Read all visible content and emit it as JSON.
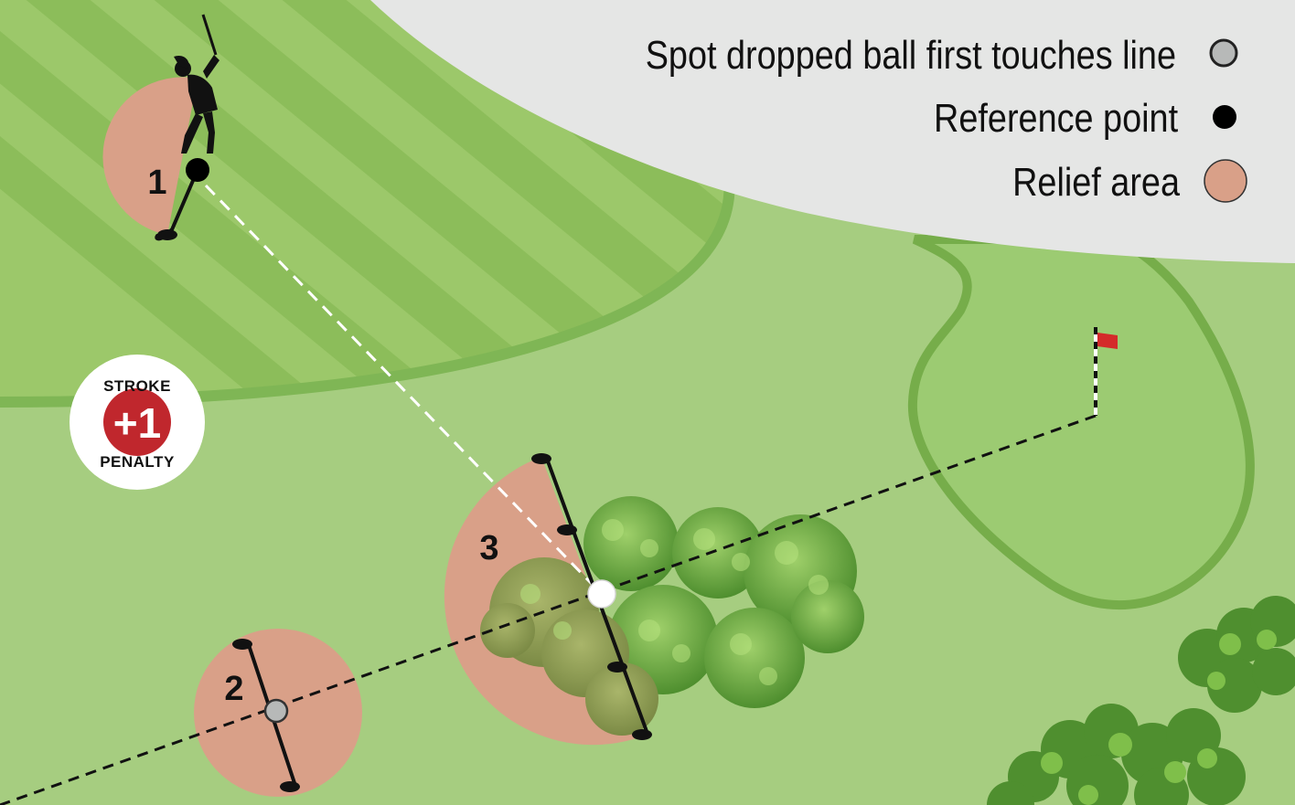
{
  "legend": {
    "dropped_ball_label": "Spot dropped ball first touches line",
    "reference_point_label": "Reference point",
    "relief_area_label": "Relief area"
  },
  "relief_areas": [
    {
      "number": "1"
    },
    {
      "number": "2"
    },
    {
      "number": "3"
    }
  ],
  "penalty_badge": {
    "top_word": "STROKE",
    "value": "+1",
    "bottom_word": "PENALTY"
  },
  "colors": {
    "rough": "#a6cd80",
    "fairway_light": "#9cc86a",
    "fairway_stripe": "#8cbd5a",
    "fairway_edge": "#6fa84a",
    "green": "#9ccb72",
    "out_of_bounds": "#e5e6e5",
    "relief_area": "#d9a088",
    "reference_point": "#000000",
    "drop_spot": "#b7b9b8",
    "flag": "#d42a2a",
    "badge_red": "#c0272d"
  }
}
